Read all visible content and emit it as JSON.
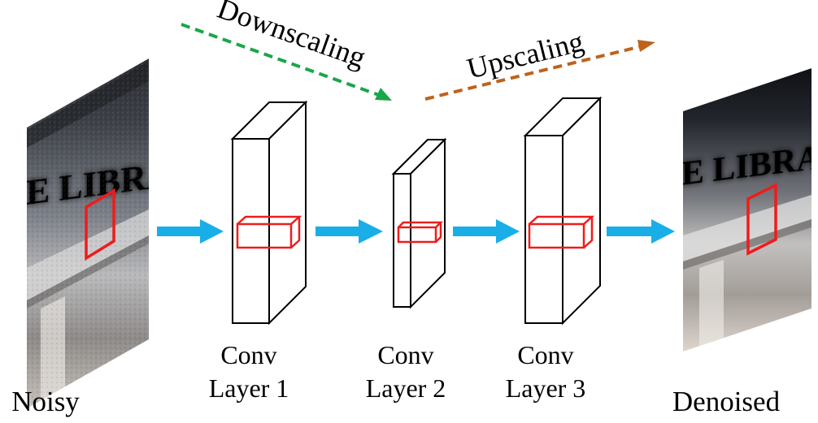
{
  "labels": {
    "noisy": "Noisy",
    "denoised": "Denoised",
    "downscaling": "Downscaling",
    "upscaling": "Upscaling",
    "conv1_line1": "Conv",
    "conv1_line2": "Layer 1",
    "conv2_line1": "Conv",
    "conv2_line2": "Layer 2",
    "conv3_line1": "Conv",
    "conv3_line2": "Layer 3",
    "noisy_image_text": "E LIBRAR",
    "denoised_image_text": "E LIBRAR"
  },
  "colors": {
    "flow_arrow": "#1aaee8",
    "downscaling_arrow": "#1aa64a",
    "upscaling_arrow": "#c0621b",
    "kernel_box": "#ee1c1c",
    "layer_outline": "#000000"
  }
}
